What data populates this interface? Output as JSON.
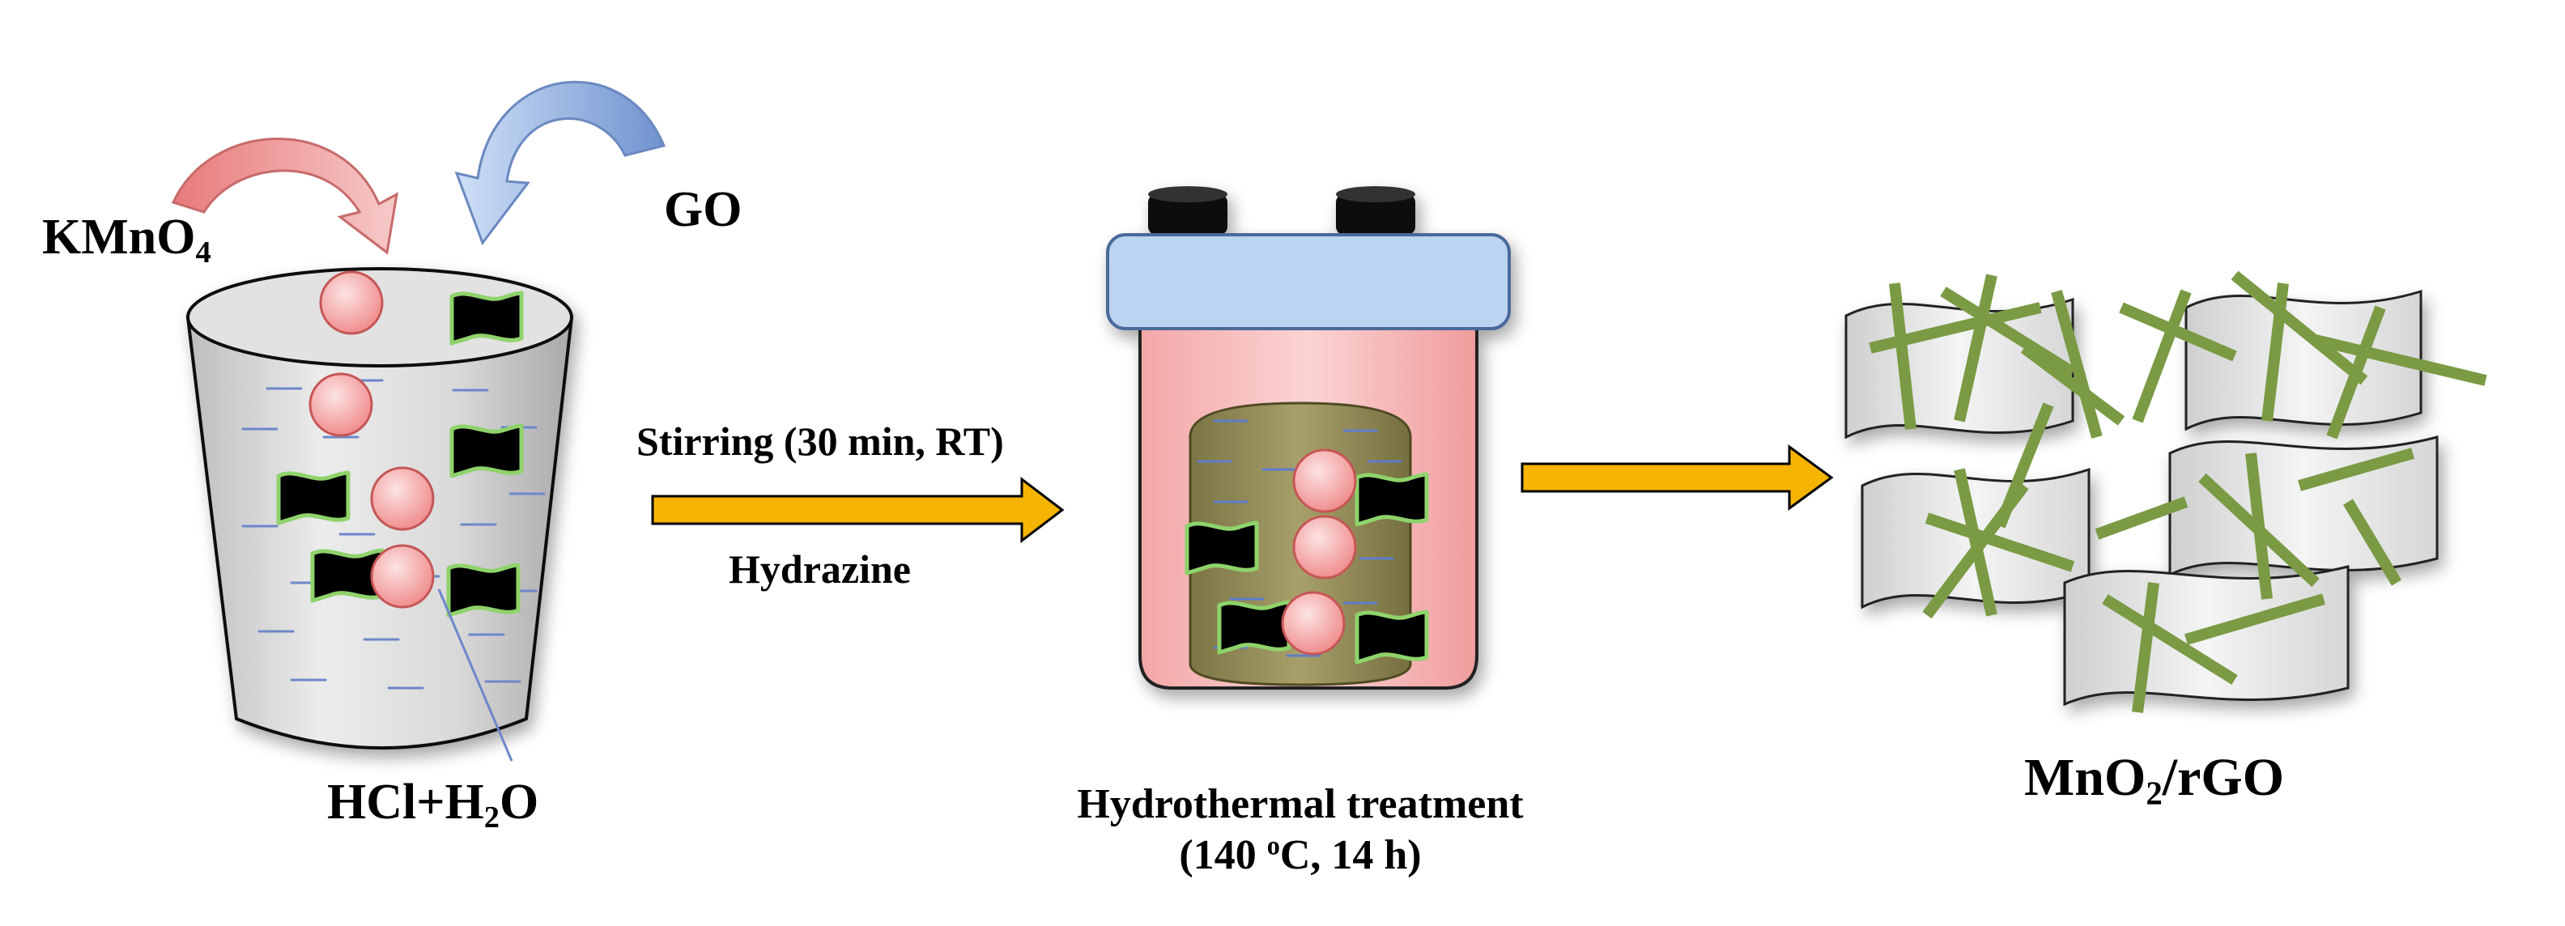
{
  "reagents": {
    "kmno4": {
      "base": "KMnO",
      "sub": "4"
    },
    "go": "GO",
    "solvent": {
      "part1": "HCl+H",
      "sub": "2",
      "part2": "O"
    }
  },
  "arrow1": {
    "top_label": "Stirring (30 min, RT)",
    "bottom_label": "Hydrazine"
  },
  "step2": {
    "line1": "Hydrothermal treatment",
    "line2": {
      "pre": "(140 ",
      "sup": "o",
      "post": "C, 14 h)"
    }
  },
  "product": {
    "pre": "MnO",
    "sub": "2",
    "post": "/rGO"
  },
  "colors": {
    "arrow_kmno4": "#f2a0a0",
    "arrow_go": "#a9c4ea",
    "process_arrow": "#f5b400",
    "particle": "#f4aaaa",
    "sheet_edge": "#7fcf5b",
    "beaker": "#d8d8d8",
    "autoclave_lid": "#b9d1f0",
    "autoclave_body": "#f6b8b8",
    "liner": "#8f8a58",
    "nanorod": "#7a9a44",
    "rgo_sheet": "#e6e6e6"
  }
}
